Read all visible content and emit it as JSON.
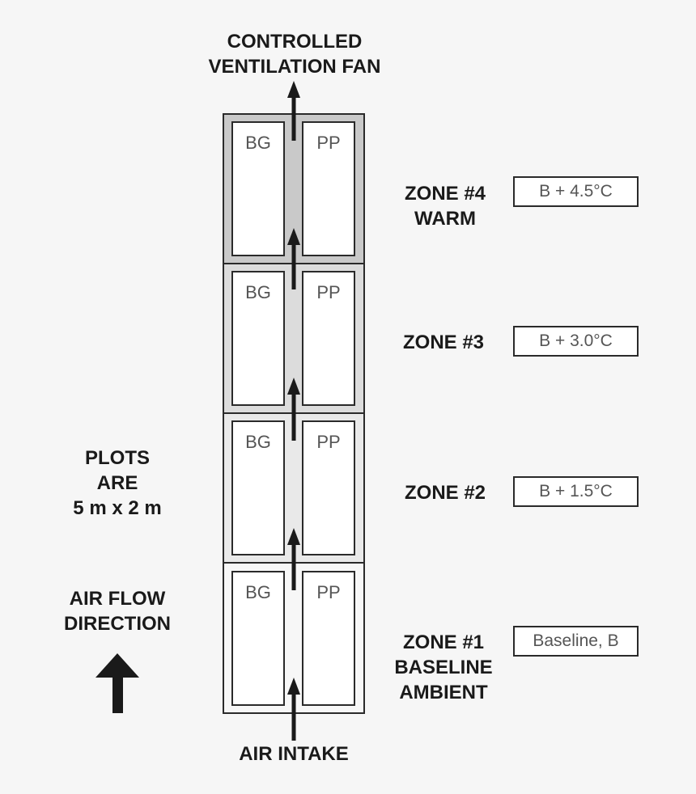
{
  "top_label": {
    "line1": "CONTROLLED",
    "line2": "VENTILATION FAN"
  },
  "bottom_label": "AIR INTAKE",
  "plots_note": {
    "line1": "PLOTS",
    "line2": "ARE",
    "line3": "5 m x 2 m"
  },
  "airflow_note": {
    "line1": "AIR FLOW",
    "line2": "DIRECTION",
    "icon": "up-arrow-icon"
  },
  "plot_labels": {
    "left": "BG",
    "right": "PP"
  },
  "zones": [
    {
      "name": "ZONE #4",
      "subtitle": "WARM",
      "temperature": "B + 4.5°C",
      "fill": "#c9c9c9"
    },
    {
      "name": "ZONE #3",
      "subtitle": "",
      "temperature": "B + 3.0°C",
      "fill": "#dcdcdc"
    },
    {
      "name": "ZONE #2",
      "subtitle": "",
      "temperature": "B + 1.5°C",
      "fill": "#e9e9e9"
    },
    {
      "name": "ZONE #1",
      "subtitle": "BASELINE",
      "subtitle2": "AMBIENT",
      "temperature": "Baseline, B",
      "fill": "#f7f7f7"
    }
  ]
}
